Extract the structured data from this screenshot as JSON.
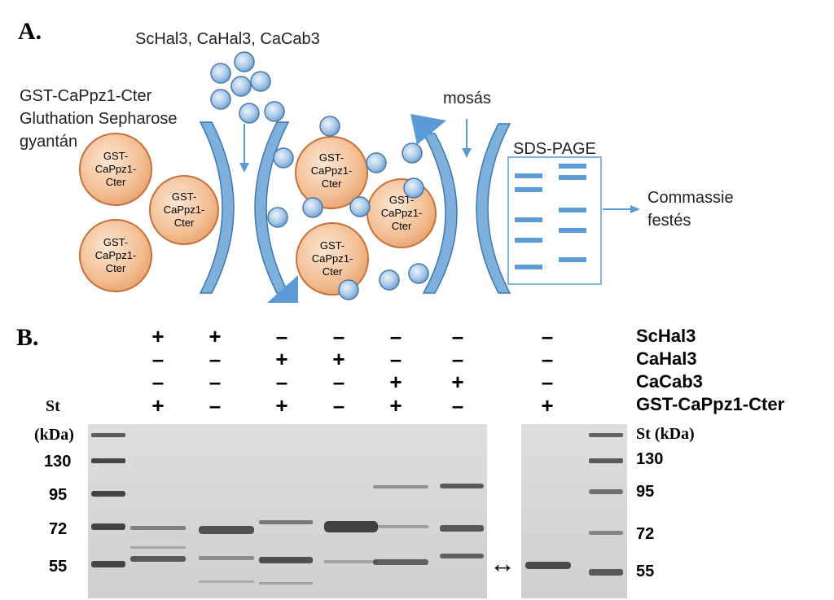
{
  "panel_a": {
    "label": "A.",
    "proteins_label": "ScHal3, CaHal3, CaCab3",
    "resin_label": [
      "GST-CaPpz1-Cter",
      "Gluthation Sepharose",
      "gyantán"
    ],
    "bead_label": [
      "GST-",
      "CaPpz1-",
      "Cter"
    ],
    "wash_label": "mosás",
    "sds_label": "SDS-PAGE",
    "stain_label": [
      "Commassie",
      "festés"
    ]
  },
  "panel_b": {
    "label": "B.",
    "row_names": [
      "ScHal3",
      "CaHal3",
      "CaCab3",
      "GST-CaPpz1-Cter"
    ],
    "signs": [
      [
        "+",
        "+",
        "–",
        "–",
        "–",
        "–",
        "–"
      ],
      [
        "–",
        "–",
        "+",
        "+",
        "–",
        "–",
        "–"
      ],
      [
        "–",
        "–",
        "–",
        "–",
        "+",
        "+",
        "–"
      ],
      [
        "+",
        "–",
        "+",
        "–",
        "+",
        "–",
        "+"
      ]
    ],
    "st_label": "St",
    "kda_label": "(kDa)",
    "st_kda_right": "St (kDa)",
    "markers_left": [
      "130",
      "95",
      "72",
      "55"
    ],
    "markers_right": [
      "130",
      "95",
      "72",
      "55"
    ],
    "arrow": "↔"
  },
  "colors": {
    "bead_fill": "#f3c29a",
    "bead_stroke": "#c8703a",
    "ball_fill": "#a9c9e8",
    "ball_stroke": "#4a78a8",
    "arrow_blue": "#5b9bd5",
    "tube_fill": "#7fb0dc",
    "gel_bg": "#dadada",
    "band": "#3a3a3a"
  }
}
